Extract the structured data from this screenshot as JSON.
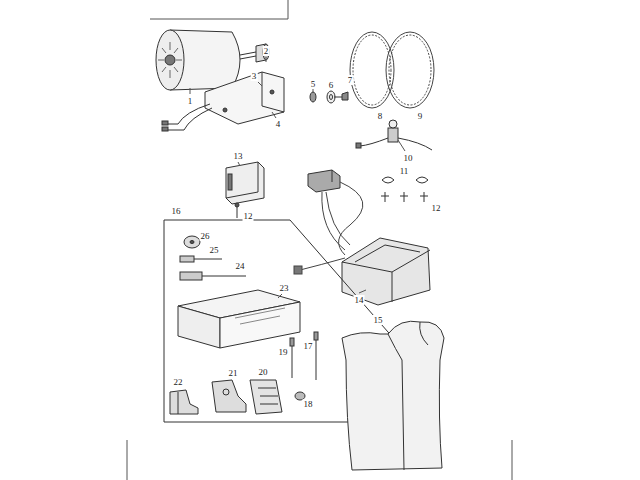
{
  "diagram": {
    "labels": [
      "1",
      "2",
      "3",
      "4",
      "5",
      "6",
      "7",
      "8",
      "9",
      "10",
      "11",
      "12",
      "13",
      "12",
      "14",
      "15",
      "16",
      "26",
      "25",
      "24",
      "23",
      "22",
      "21",
      "20",
      "18",
      "19",
      "17"
    ]
  }
}
